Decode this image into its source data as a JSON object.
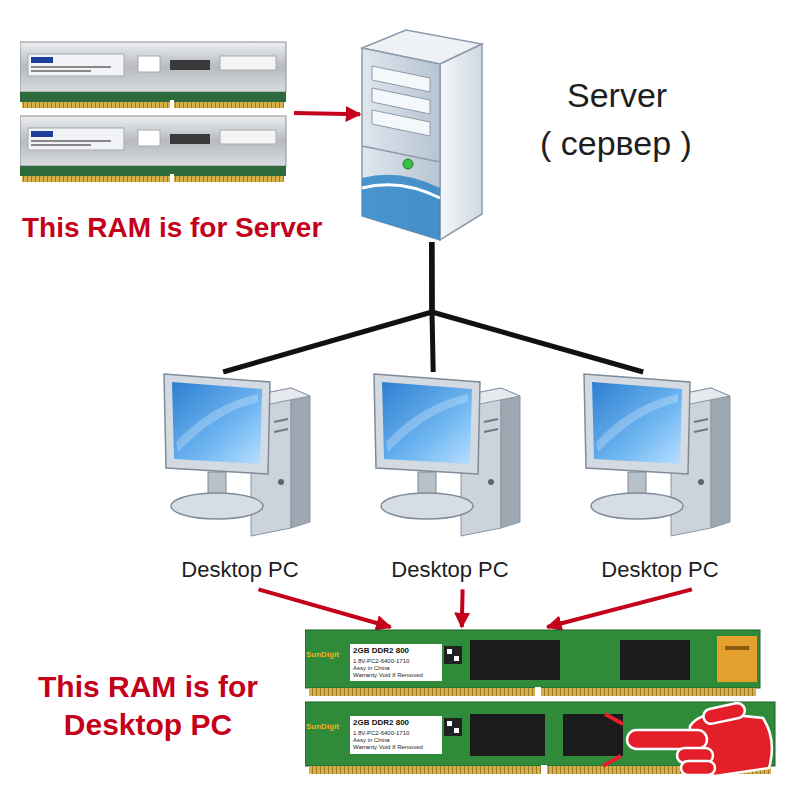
{
  "diagram": {
    "nodes": [
      {
        "text": [
          "This RAM is for Server"
        ]
      },
      {
        "text": [
          "Server",
          "( сервер )"
        ]
      },
      {
        "text": [
          "Desktop PC"
        ]
      },
      {
        "text": [
          "Desktop PC"
        ]
      },
      {
        "text": [
          "Desktop PC"
        ]
      },
      {
        "text": [
          "This RAM is for Desktop PC"
        ]
      }
    ],
    "edges": [
      {
        "from": 0,
        "to": 1,
        "arrow": "to"
      },
      {
        "from": 1,
        "to": 2,
        "arrow": "none"
      },
      {
        "from": 1,
        "to": 3,
        "arrow": "none"
      },
      {
        "from": 1,
        "to": 4,
        "arrow": "none"
      },
      {
        "from": 2,
        "to": 5,
        "arrow": "to"
      },
      {
        "from": 3,
        "to": 5,
        "arrow": "to"
      },
      {
        "from": 4,
        "to": 5,
        "arrow": "to"
      }
    ],
    "labels": [
      "SunDigit",
      "2GB DDR2 800",
      "1.8V-PC2-6400-1710",
      "Assy in China",
      "Warranty Void If Removed",
      "SunDigit",
      "2GB DDR2 800",
      "1.8V-PC2-6400-1710",
      "Assy in China",
      "Warranty Void If Removed"
    ]
  }
}
